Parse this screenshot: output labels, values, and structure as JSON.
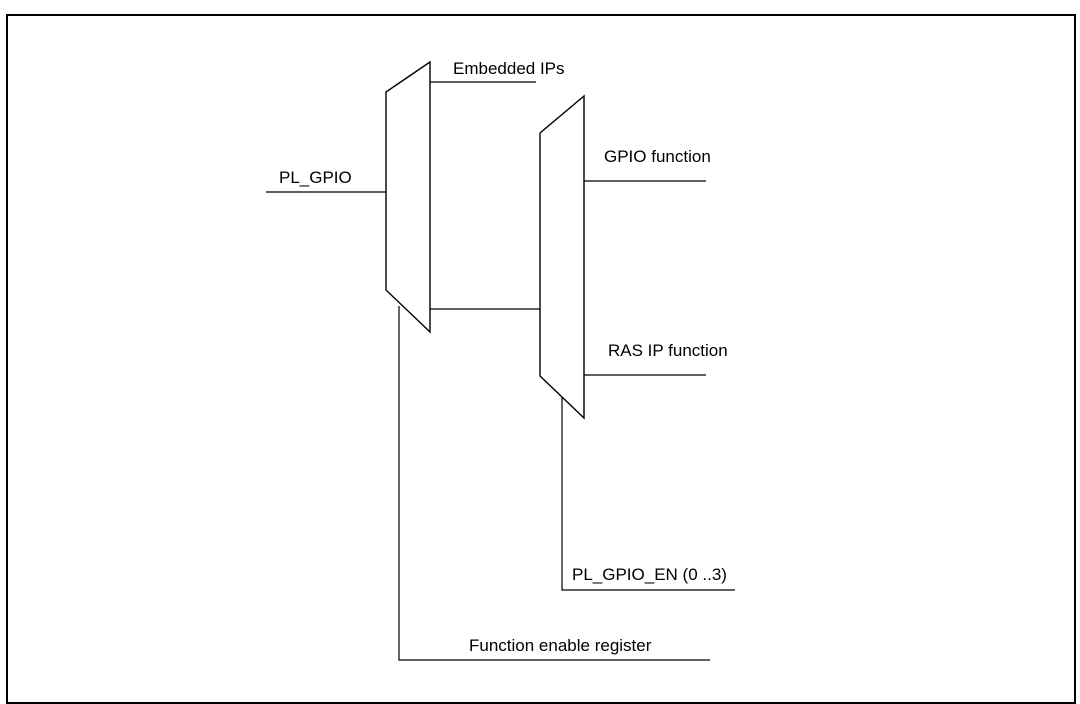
{
  "diagram": {
    "labels": {
      "pl_gpio": "PL_GPIO",
      "embedded_ips": "Embedded IPs",
      "gpio_function": "GPIO function",
      "ras_ip_function": "RAS IP function",
      "pl_gpio_en": "PL_GPIO_EN (0 ..3)",
      "function_enable_register": "Function enable register"
    }
  }
}
